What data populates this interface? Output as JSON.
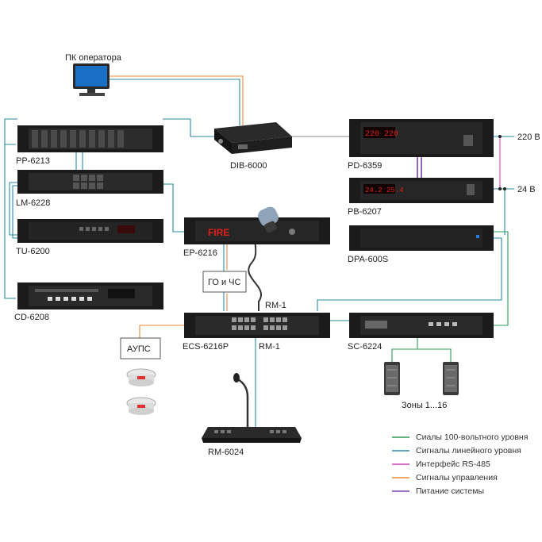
{
  "devices": {
    "pc": "ПК оператора",
    "dib": "DIB-6000",
    "pp": "PP-6213",
    "lm": "LM-6228",
    "tu": "TU-6200",
    "cd": "CD-6208",
    "ep": "EP-6216",
    "pd": "PD-6359",
    "pb": "PB-6207",
    "dpa": "DPA-600S",
    "ecs": "ECS-6216P",
    "sc": "SC-6224",
    "rm": "RM-6024"
  },
  "labels": {
    "go_chs": "ГО и ЧС",
    "aups": "АУПС",
    "rm1_top": "RM-1",
    "rm1_bottom": "RM-1",
    "v220": "220 В",
    "v24": "24 В",
    "zones": "Зоны 1...16",
    "fire_display": "FIRE",
    "pd_display": "220 220",
    "pb_display": "24.2 25.4"
  },
  "legend": [
    {
      "label": "Сиалы 100-вольтного уровня",
      "color": "#2e9b57"
    },
    {
      "label": "Сигналы линейного уровня",
      "color": "#2a8aa8"
    },
    {
      "label": "Интерфейс RS-485",
      "color": "#d23fb4"
    },
    {
      "label": "Сигналы управления",
      "color": "#ee8a3a"
    },
    {
      "label": "Питание системы",
      "color": "#7a3fb0"
    }
  ],
  "colors": {
    "speaker_100v": "#2e9b57",
    "line_level": "#2a8aa8",
    "rs485": "#d23fb4",
    "control": "#ee8a3a",
    "power": "#7a3fb0",
    "device_body": "#1b1b1b",
    "display_red": "#e0201a"
  }
}
